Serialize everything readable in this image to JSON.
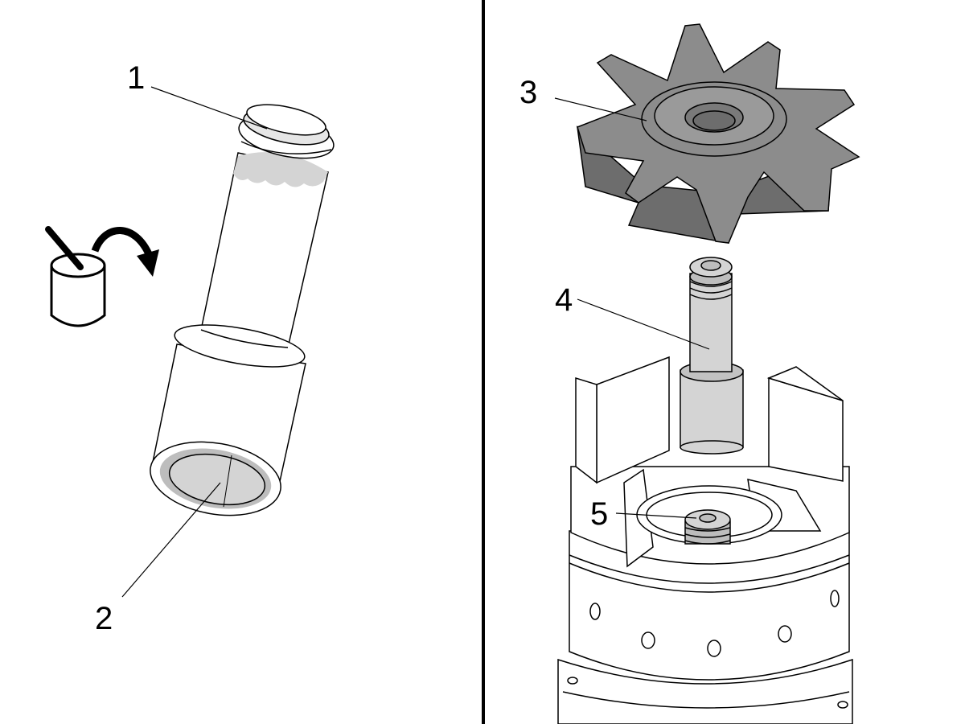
{
  "figure": {
    "callouts": {
      "c1": "1",
      "c2": "2",
      "c3": "3",
      "c4": "4",
      "c5": "5"
    },
    "colors": {
      "outline": "#000000",
      "part_fill": "#ffffff",
      "light_gray": "#d4d4d4",
      "mid_gray": "#bdbdbd",
      "gear_gray": "#8c8c8c",
      "gear_dark": "#6d6d6d",
      "divider": "#000000"
    },
    "icons": [
      "grease-pot-icon",
      "apply-arrow-icon"
    ]
  }
}
